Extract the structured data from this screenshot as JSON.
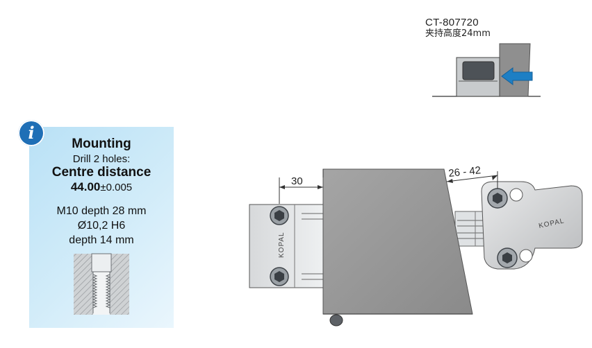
{
  "product": {
    "code": "CT-807720",
    "clamp_height": "夹持高度24mm"
  },
  "info_panel": {
    "icon": "info-icon",
    "title": "Mounting",
    "drill_line": "Drill 2 holes:",
    "centre_distance_label": "Centre distance",
    "centre_distance_value": "44.00",
    "tolerance": "±0.005",
    "thread_spec": [
      "M10 depth 28 mm",
      "Ø10,2 H6",
      "depth 14 mm"
    ]
  },
  "drawing": {
    "dimension_left": "30",
    "dimension_right": "26 - 42",
    "brand_left": "KOPAL",
    "brand_right": "KOPAL"
  },
  "colors": {
    "info_blue": "#1f6fb6",
    "arrow_blue": "#1e7fc4",
    "panel_light_blue": "#c6e7f8",
    "workpiece_gray": "#9a9a9a"
  }
}
